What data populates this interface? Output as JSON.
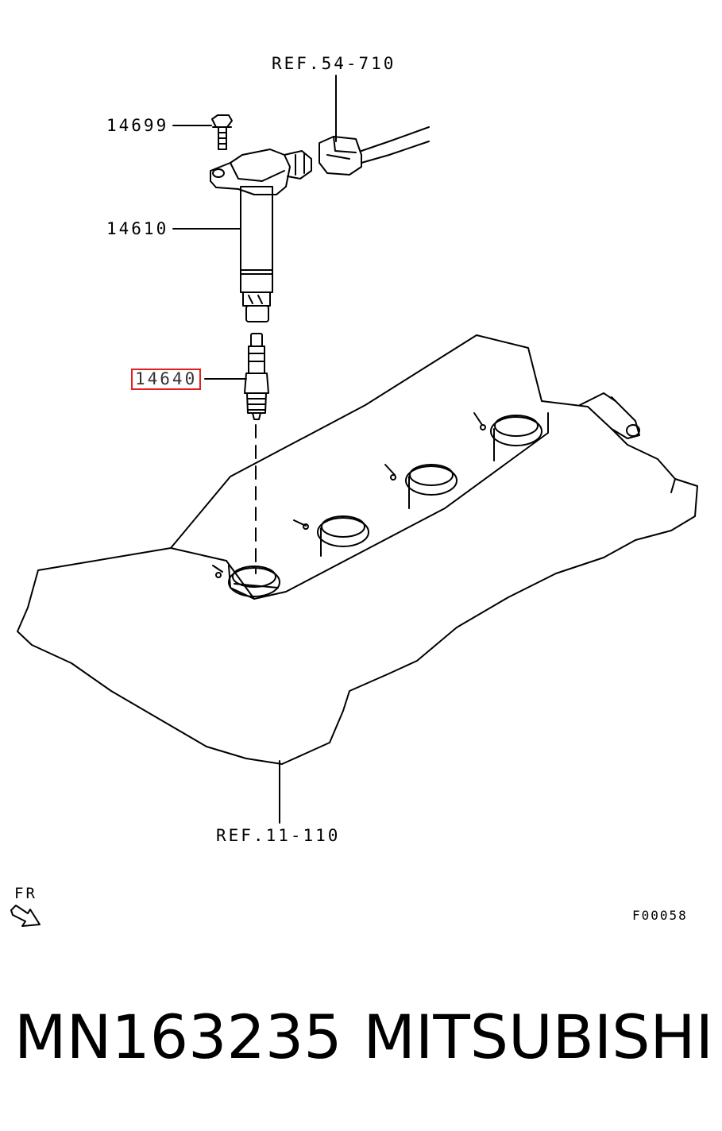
{
  "callouts": {
    "ref_top": "REF.54-710",
    "bolt": "14699",
    "coil": "14610",
    "plug": "14640",
    "ref_bottom": "REF.11-110",
    "direction": "FR"
  },
  "figure_code": "F00058",
  "caption": {
    "part_number": "MN163235",
    "brand": "MITSUBISHI"
  },
  "colors": {
    "highlight": "#e02020",
    "line": "#000000"
  },
  "icons": {
    "direction": "front-arrow-icon"
  }
}
